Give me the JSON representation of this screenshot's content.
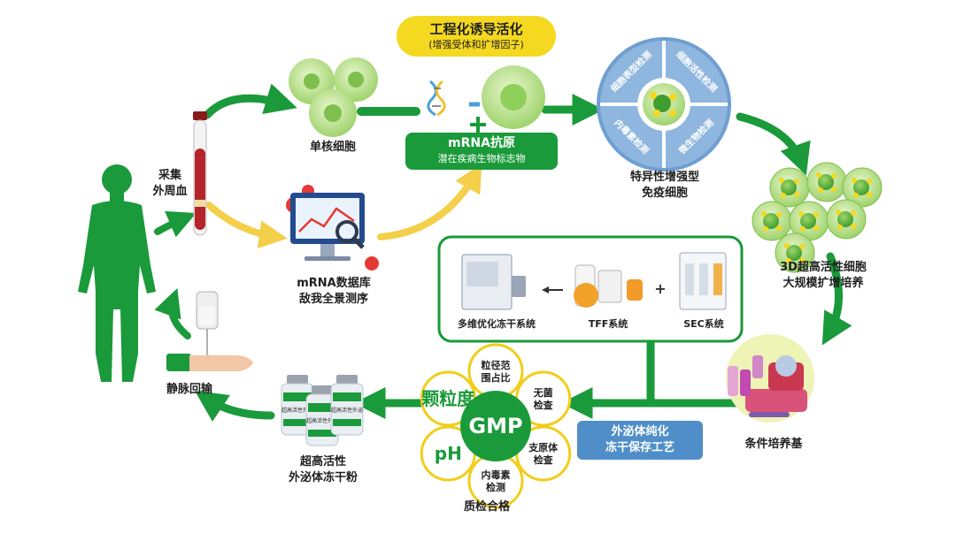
{
  "colors": {
    "primary_green": "#1a9a3a",
    "light_green": "#b9e08e",
    "yellow": "#f5d820",
    "blue": "#4f8ec8",
    "dark_red": "#8b1a1a"
  },
  "top_title": {
    "title": "工程化诱导活化",
    "subtitle": "(增强受体和扩增因子)"
  },
  "mrna_box": {
    "title": "mRNA抗原",
    "subtitle": "潜在疾病生物标志物"
  },
  "labels": {
    "collect": [
      "采集",
      "外周血"
    ],
    "mononuclear": "单核细胞",
    "database": [
      "mRNA数据库",
      "敌我全景测序"
    ],
    "enhanced_cell": [
      "特异性增强型",
      "免疫细胞"
    ],
    "culture_3d": [
      "3D超高活性细胞",
      "大规模扩增培养"
    ],
    "medium": "条件培养基",
    "iv": "静脉回输",
    "powder": [
      "超高活性",
      "外泌体冻干粉"
    ],
    "qc": "质检合格",
    "exosome_process": [
      "外泌体纯化",
      "冻干保存工艺"
    ]
  },
  "detection_ring": [
    "细胞表型检测",
    "细胞活性检测",
    "微生物检测",
    "内毒素检测"
  ],
  "process_box": {
    "freeze_dry": "多维优化冻干系统",
    "tff": "TFF系统",
    "sec": "SEC系统",
    "plus": "+"
  },
  "gmp": {
    "center": "GMP",
    "petals": [
      "粒径范\n围占比",
      "无菌\n检查",
      "支原体\n检查",
      "内毒素\n检测",
      "pH",
      "颗粒度"
    ]
  },
  "bottle_label": "超高活性外泌体冻干粉"
}
